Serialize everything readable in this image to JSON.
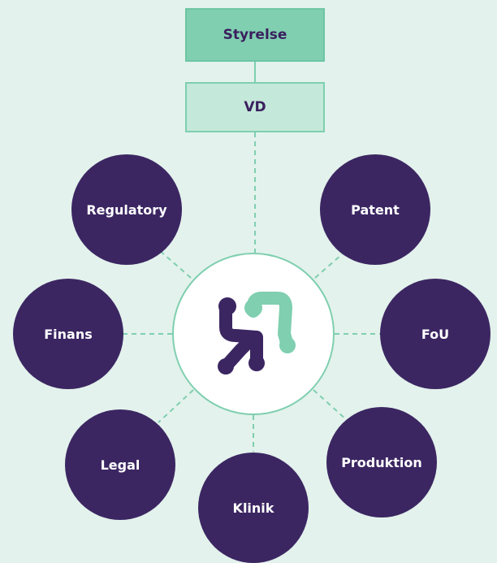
{
  "colors": {
    "background": "#e3f2ec",
    "board_fill": "#7fcfb0",
    "ceo_fill": "#c4e8d9",
    "department_fill": "#3b2662",
    "connector": "#7fcfb0",
    "text_dark": "#3b1f5e",
    "text_light": "#ffffff"
  },
  "board": {
    "label": "Styrelse"
  },
  "ceo": {
    "label": "VD"
  },
  "hub": {
    "icon": "company-logo"
  },
  "departments": [
    {
      "label": "Regulatory"
    },
    {
      "label": "Patent"
    },
    {
      "label": "Finans"
    },
    {
      "label": "FoU"
    },
    {
      "label": "Legal"
    },
    {
      "label": "Produktion"
    },
    {
      "label": "Klinik"
    }
  ]
}
